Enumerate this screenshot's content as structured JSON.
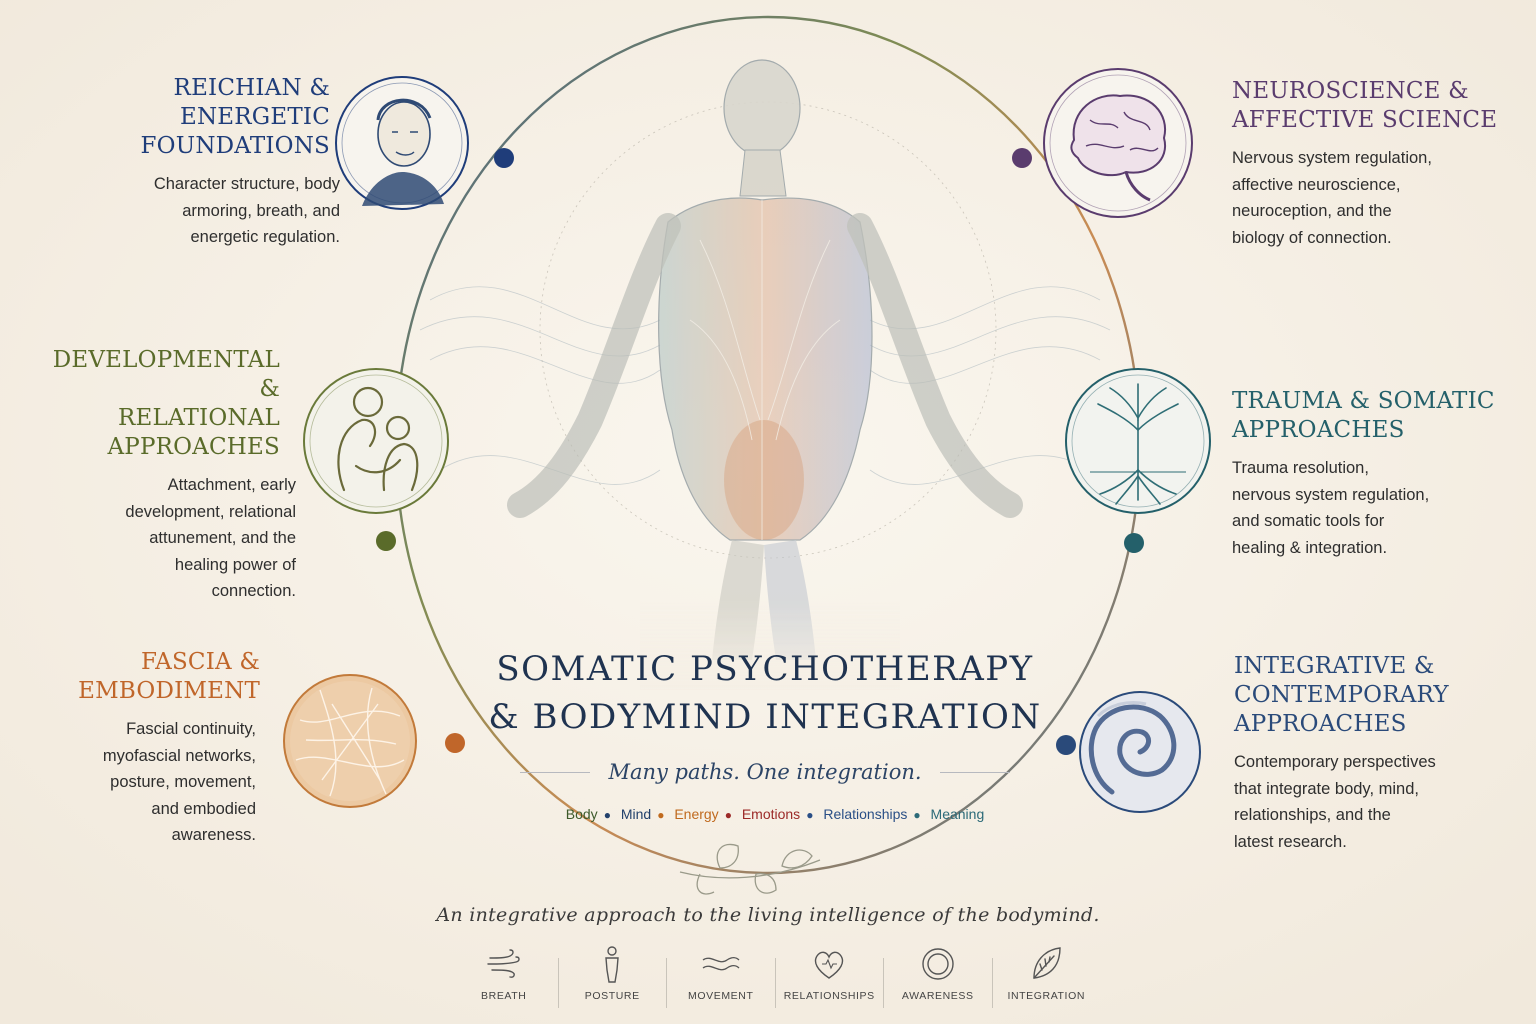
{
  "title": {
    "line1": "SOMATIC PSYCHOTHERAPY",
    "line2": "& BODYMIND INTEGRATION"
  },
  "tagline": "Many paths. One integration.",
  "keywords": [
    "Body",
    "Mind",
    "Energy",
    "Emotions",
    "Relationships",
    "Meaning"
  ],
  "keyword_colors": [
    "#3d5a2a",
    "#22406b",
    "#c06a1e",
    "#9c2a28",
    "#2a4f86",
    "#2c6a78"
  ],
  "bottom_caption": "An integrative approach to the living intelligence of the bodymind.",
  "sections": {
    "reichian": {
      "title": "REICHIAN & ENERGETIC FOUNDATIONS",
      "title_lines": [
        "REICHIAN & ENERGETIC",
        "FOUNDATIONS"
      ],
      "desc_lines": [
        "Character structure, body",
        "armoring, breath, and",
        "energetic regulation."
      ],
      "color": "#1f3d7a",
      "icon": "portrait-icon"
    },
    "developmental": {
      "title_lines": [
        "DEVELOPMENTAL &",
        "RELATIONAL",
        "APPROACHES"
      ],
      "desc_lines": [
        "Attachment, early",
        "development, relational",
        "attunement, and the",
        "healing power of",
        "connection."
      ],
      "color": "#5a6b2a",
      "icon": "parent-child-icon"
    },
    "fascia": {
      "title_lines": [
        "FASCIA &",
        "EMBODIMENT"
      ],
      "desc_lines": [
        "Fascial continuity,",
        "myofascial networks,",
        "posture, movement,",
        "and embodied",
        "awareness."
      ],
      "color": "#c0662a",
      "icon": "fascia-web-icon"
    },
    "neuroscience": {
      "title_lines": [
        "NEUROSCIENCE &",
        "AFFECTIVE SCIENCE"
      ],
      "desc_lines": [
        "Nervous system regulation,",
        "affective neuroscience,",
        "neuroception, and the",
        "biology of connection."
      ],
      "color": "#5a3c6e",
      "icon": "brain-icon"
    },
    "trauma": {
      "title_lines": [
        "TRAUMA & SOMATIC",
        "APPROACHES"
      ],
      "desc_lines": [
        "Trauma resolution,",
        "nervous system regulation,",
        "and somatic tools for",
        "healing & integration."
      ],
      "color": "#24606a",
      "icon": "tree-icon"
    },
    "integrative": {
      "title_lines": [
        "INTEGRATIVE &",
        "CONTEMPORARY",
        "APPROACHES"
      ],
      "desc_lines": [
        "Contemporary perspectives",
        "that integrate body, mind,",
        "relationships, and the",
        "latest research."
      ],
      "color": "#2a4a7a",
      "icon": "spiral-icon"
    }
  },
  "bottom_icons": [
    {
      "label": "BREATH",
      "icon": "breath-icon"
    },
    {
      "label": "POSTURE",
      "icon": "posture-icon"
    },
    {
      "label": "MOVEMENT",
      "icon": "movement-icon"
    },
    {
      "label": "RELATIONSHIPS",
      "icon": "heart-icon"
    },
    {
      "label": "AWARENESS",
      "icon": "awareness-icon"
    },
    {
      "label": "INTEGRATION",
      "icon": "leaf-icon"
    }
  ]
}
